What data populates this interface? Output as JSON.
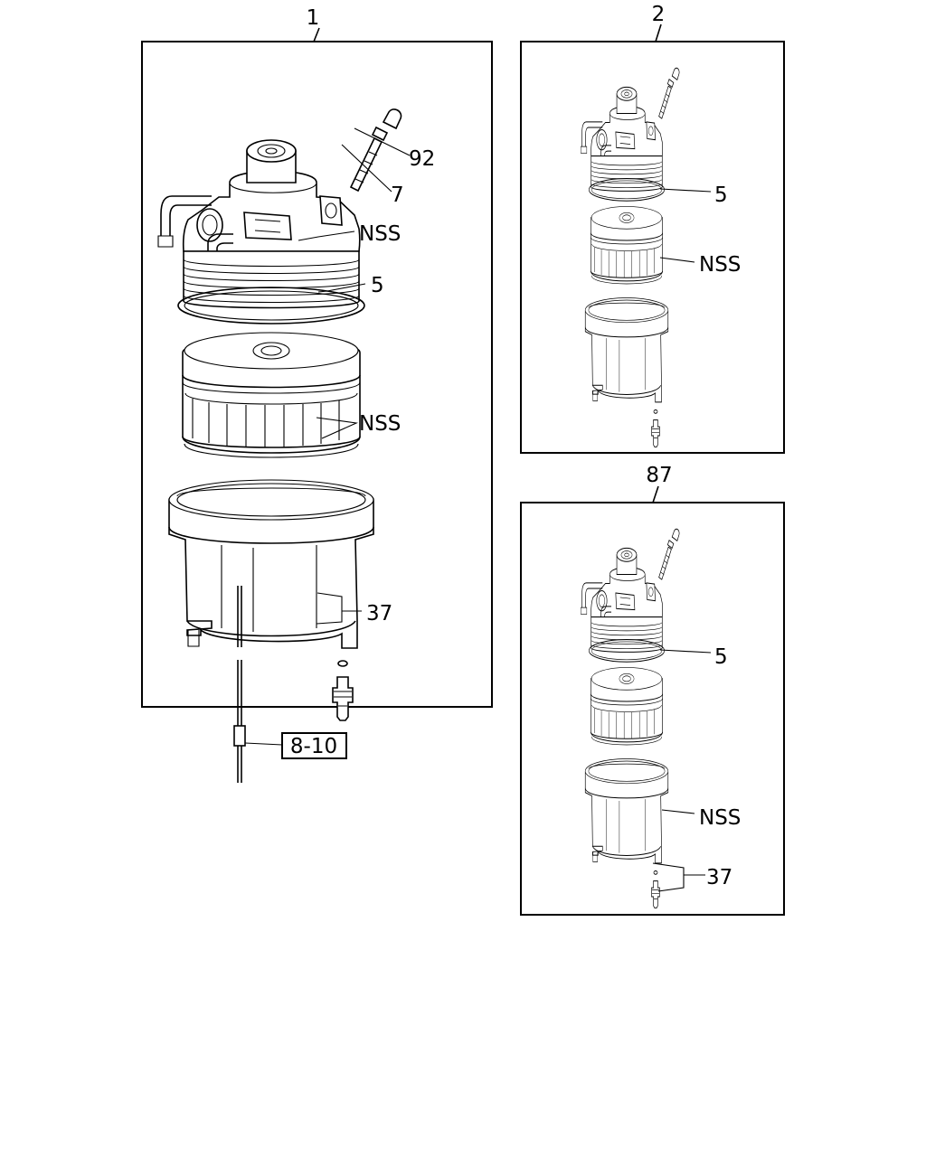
{
  "panels": [
    {
      "label": "1",
      "callouts": [
        "92",
        "7",
        "NSS",
        "5",
        "NSS",
        "37"
      ]
    },
    {
      "label": "2",
      "callouts": [
        "5",
        "NSS"
      ]
    },
    {
      "label": "87",
      "callouts": [
        "5",
        "NSS",
        "37"
      ]
    }
  ],
  "reference": "8-10"
}
